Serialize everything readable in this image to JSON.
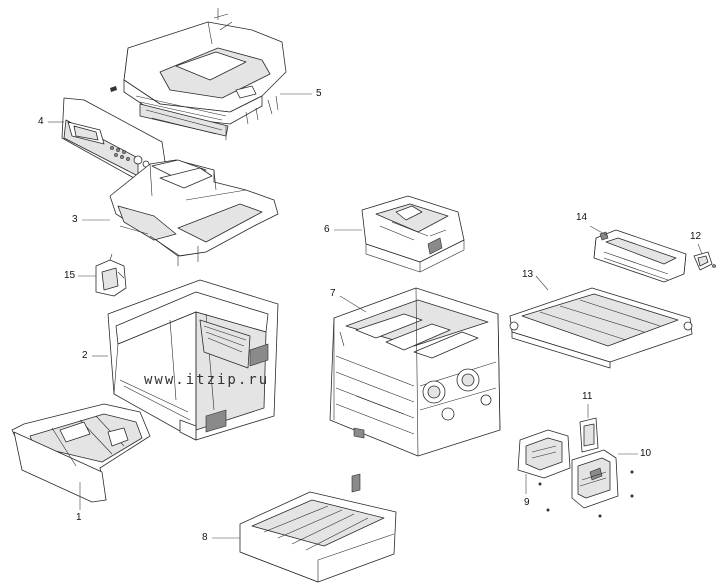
{
  "callouts": [
    {
      "id": "1",
      "label": "1"
    },
    {
      "id": "2",
      "label": "2"
    },
    {
      "id": "3",
      "label": "3"
    },
    {
      "id": "4",
      "label": "4"
    },
    {
      "id": "5",
      "label": "5"
    },
    {
      "id": "6",
      "label": "6"
    },
    {
      "id": "7",
      "label": "7"
    },
    {
      "id": "8",
      "label": "8"
    },
    {
      "id": "9",
      "label": "9"
    },
    {
      "id": "10",
      "label": "10"
    },
    {
      "id": "11",
      "label": "11"
    },
    {
      "id": "12",
      "label": "12"
    },
    {
      "id": "13",
      "label": "13"
    },
    {
      "id": "14",
      "label": "14"
    },
    {
      "id": "15",
      "label": "15"
    }
  ],
  "watermark": "www.itzip.ru"
}
